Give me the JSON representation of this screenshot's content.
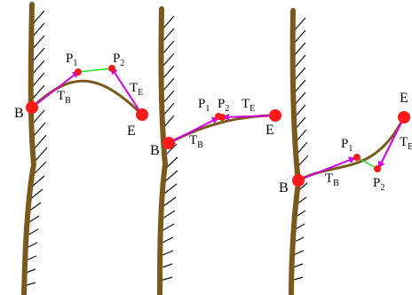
{
  "colors": {
    "stem": "#7a5a1c",
    "curve": "#7a5a1c",
    "tangent": "#d000e0",
    "control_link": "#22dd22",
    "point": "#ff1a1a",
    "hatch": "#111111"
  },
  "panels": [
    {
      "labels": {
        "B": "B",
        "E": "E",
        "P1": "P",
        "P1_sub": "1",
        "P2": "P",
        "P2_sub": "2",
        "TB": "T",
        "TB_sub": "B",
        "TE": "T",
        "TE_sub": "E"
      }
    },
    {
      "labels": {
        "B": "B",
        "E": "E",
        "P1": "P",
        "P1_sub": "1",
        "P2": "P",
        "P2_sub": "2",
        "TB": "T",
        "TB_sub": "B",
        "TE": "T",
        "TE_sub": "E"
      }
    },
    {
      "labels": {
        "B": "B",
        "E": "E",
        "P1": "P",
        "P1_sub": "1",
        "P2": "P",
        "P2_sub": "2",
        "TB": "T",
        "TB_sub": "B",
        "TE": "T",
        "TE_sub": "E"
      }
    }
  ]
}
